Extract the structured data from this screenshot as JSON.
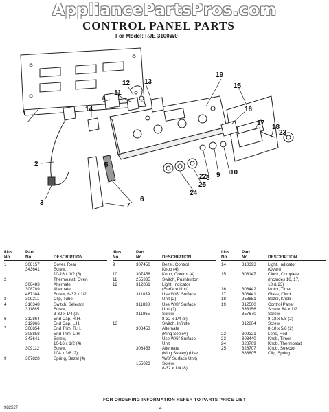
{
  "watermark": "AppliancePartsPros.com",
  "title": "CONTROL PANEL PARTS",
  "model_line": "For Model: RJE 3100W0",
  "callouts": [
    "1",
    "2",
    "3",
    "4",
    "5",
    "6",
    "7",
    "8",
    "9",
    "10",
    "11",
    "12",
    "13",
    "14",
    "15",
    "16",
    "17",
    "18",
    "19",
    "22",
    "23",
    "24",
    "25"
  ],
  "headers": {
    "illus": "Illus.",
    "no": "No.",
    "part": "Part",
    "pno": "No.",
    "desc": "DESCRIPTION"
  },
  "col1": [
    {
      "i": "1",
      "p": "308157",
      "d": "Cover, Rear"
    },
    {
      "i": "",
      "p": "343641",
      "d": "Screw,"
    },
    {
      "i": "",
      "p": "",
      "d": "10-16 x 1/2 (8)"
    },
    {
      "i": "2",
      "p": "",
      "d": "Thermostat, Oven"
    },
    {
      "i": "",
      "p": "308483",
      "d": "Alternate"
    },
    {
      "i": "",
      "p": "308789",
      "d": "Alternate"
    },
    {
      "i": "",
      "p": "487384",
      "d": "Screw, 6-32 x 1/2"
    },
    {
      "i": "3",
      "p": "309211",
      "d": "Clip, Tube"
    },
    {
      "i": "4",
      "p": "310348",
      "d": "Switch, Selector"
    },
    {
      "i": "",
      "p": "311865",
      "d": "Screw,"
    },
    {
      "i": "",
      "p": "",
      "d": "8-32 x 1/4 (2)"
    },
    {
      "i": "6",
      "p": "312864",
      "d": "End Cap, R.H."
    },
    {
      "i": "",
      "p": "312866",
      "d": "End Cap, L.H."
    },
    {
      "i": "7",
      "p": "308854",
      "d": "End Trim, R.H."
    },
    {
      "i": "",
      "p": "308858",
      "d": "End Trim, L.H."
    },
    {
      "i": "",
      "p": "343641",
      "d": "Screw,"
    },
    {
      "i": "",
      "p": "",
      "d": "10-16 x 1/2 (4)"
    },
    {
      "i": "",
      "p": "309112",
      "d": "Screw,"
    },
    {
      "i": "",
      "p": "",
      "d": "10A x 3/8 (2)"
    },
    {
      "i": "9",
      "p": "307828",
      "d": "Spring, Bezel (4)"
    }
  ],
  "col2": [
    {
      "i": "9",
      "p": "307456",
      "d": "Bezel, Control"
    },
    {
      "i": "",
      "p": "",
      "d": "Knob (4)"
    },
    {
      "i": "10",
      "p": "307458",
      "d": "Knob, Control (4)"
    },
    {
      "i": "11",
      "p": "255335",
      "d": "Switch, Pushbutton"
    },
    {
      "i": "12",
      "p": "312861",
      "d": "Light, Indicator"
    },
    {
      "i": "",
      "p": "",
      "d": "(Surface Unit)"
    },
    {
      "i": "",
      "p": "311839",
      "d": "Use W/6\" Surface"
    },
    {
      "i": "",
      "p": "",
      "d": "Unit (2)"
    },
    {
      "i": "",
      "p": "311838",
      "d": "Use W/8\" Surface"
    },
    {
      "i": "",
      "p": "",
      "d": "Unit (2)"
    },
    {
      "i": "",
      "p": "311865",
      "d": "Screw,"
    },
    {
      "i": "",
      "p": "",
      "d": "8-32 x 1/4 (8)"
    },
    {
      "i": "13",
      "p": "",
      "d": "Switch, Infinite"
    },
    {
      "i": "",
      "p": "308453",
      "d": "Alternate"
    },
    {
      "i": "",
      "p": "",
      "d": "(King Seeley)"
    },
    {
      "i": "",
      "p": "",
      "d": "Use W/6\" Surface"
    },
    {
      "i": "",
      "p": "",
      "d": "Unit"
    },
    {
      "i": "",
      "p": "308453",
      "d": "Alternate"
    },
    {
      "i": "",
      "p": "",
      "d": "(King Seeley) (Use"
    },
    {
      "i": "",
      "p": "",
      "d": "W/8\" Surface Unit)"
    },
    {
      "i": "",
      "p": "155023",
      "d": "Screw,"
    },
    {
      "i": "",
      "p": "",
      "d": "8-32 x 1/4 (8)"
    }
  ],
  "col3": [
    {
      "i": "14",
      "p": "310393",
      "d": "Light, Indicator"
    },
    {
      "i": "",
      "p": "",
      "d": "(Oven)"
    },
    {
      "i": "15",
      "p": "308147",
      "d": "Clock, Complete"
    },
    {
      "i": "",
      "p": "",
      "d": "(Includes 16, 17,"
    },
    {
      "i": "",
      "p": "",
      "d": "18 & 23)"
    },
    {
      "i": "16",
      "p": "308442",
      "d": "Motor, Timer"
    },
    {
      "i": "17",
      "p": "308441",
      "d": "Glass, Clock"
    },
    {
      "i": "18",
      "p": "258851",
      "d": "Bezel, Knob"
    },
    {
      "i": "19",
      "p": "312500",
      "d": "Control Panel"
    },
    {
      "i": "",
      "p": "338156",
      "d": "Screw, 8A x 1/2"
    },
    {
      "i": "",
      "p": "357670",
      "d": "Screw,"
    },
    {
      "i": "",
      "p": "",
      "d": "8-18 x 5/8 (2)"
    },
    {
      "i": "",
      "p": "312604",
      "d": "Screw,"
    },
    {
      "i": "",
      "p": "",
      "d": "8-18 x 5/8 (2)"
    },
    {
      "i": "22",
      "p": "309221",
      "d": "Lens, Red"
    },
    {
      "i": "23",
      "p": "308440",
      "d": "Knob, Timer"
    },
    {
      "i": "24",
      "p": "328709",
      "d": "Knob, Thermostat"
    },
    {
      "i": "25",
      "p": "328707",
      "d": "Knob, Selector"
    },
    {
      "i": "",
      "p": "688805",
      "d": "Clip, Spring"
    }
  ],
  "footer": "FOR ORDERING INFORMATION REFER TO PARTS PRICE LIST",
  "page_number": "4",
  "doc_id": "982527"
}
